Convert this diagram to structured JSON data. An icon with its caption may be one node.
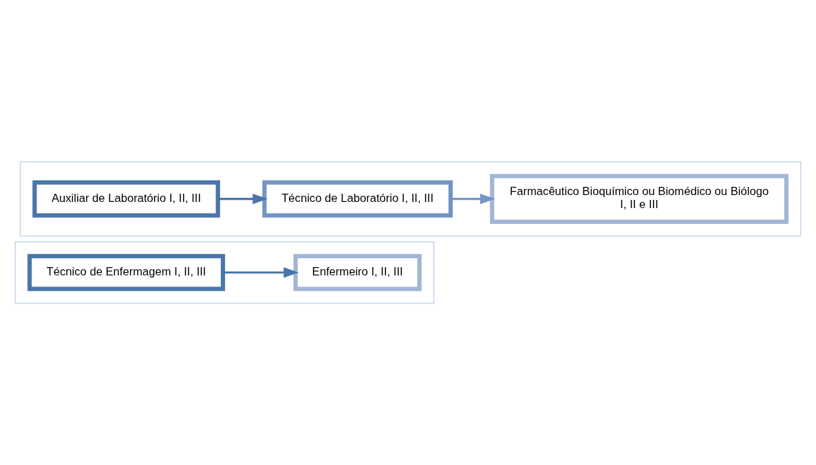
{
  "diagram": {
    "nodes": [
      {
        "text": [],
        "shape": "box"
      },
      {
        "text": [
          "Auxiliar de Laboratório I, II, III"
        ],
        "in": 0
      },
      {
        "text": [
          "Técnico de Laboratório I, II, III"
        ],
        "in": 0
      },
      {
        "text": [
          "Farmacêutico Bioquímico ou Biomédico ou Biólogo",
          "I, II e III"
        ],
        "in": 0
      },
      {
        "text": [],
        "shape": "box"
      },
      {
        "text": [
          "Técnico de Enfermagem I, II, III"
        ],
        "in": 4
      },
      {
        "text": [
          "Enfermeiro I, II, III"
        ],
        "in": 4
      }
    ],
    "edges": [
      {
        "from": 1,
        "to": 2,
        "arrow": "to"
      },
      {
        "from": 2,
        "to": 3,
        "arrow": "to"
      },
      {
        "from": 5,
        "to": 6,
        "arrow": "to"
      }
    ]
  }
}
